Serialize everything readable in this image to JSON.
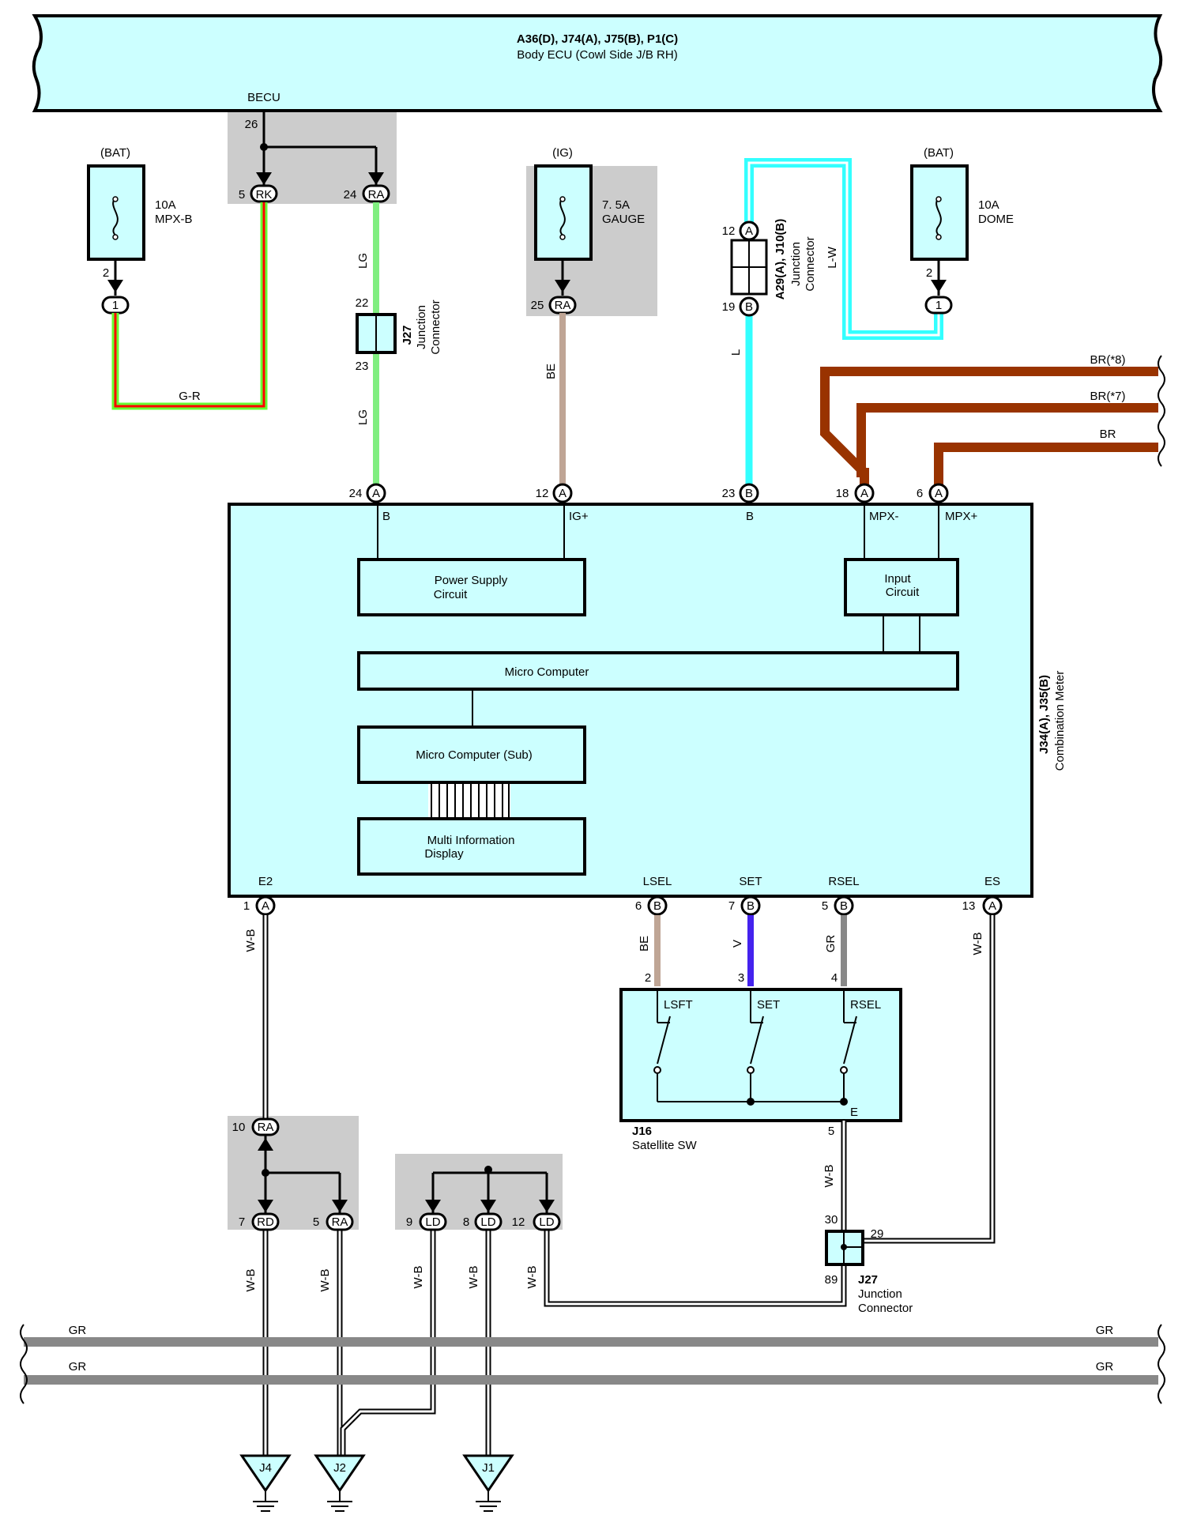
{
  "header": {
    "title": "A36(D), J74(A), J75(B), P1(C)",
    "subtitle": "Body ECU (Cowl Side J/B RH)",
    "becu": "BECU",
    "pin26": "26"
  },
  "fuses": {
    "mpxb": {
      "source": "(BAT)",
      "rating": "10A",
      "name": "MPX-B",
      "pin": "2",
      "conn": "1"
    },
    "gauge": {
      "source": "(IG)",
      "rating": "7. 5A",
      "name": "GAUGE",
      "pin": "25",
      "conn": "RA"
    },
    "dome": {
      "source": "(BAT)",
      "rating": "10A",
      "name": "DOME",
      "pin": "2",
      "conn": "1"
    }
  },
  "becu_pins": {
    "rk_pin": "5",
    "rk": "RK",
    "ra_pin": "24",
    "ra": "RA"
  },
  "wires": {
    "gr_green": "G-R",
    "lg_top": "LG",
    "lg_bottom": "LG",
    "be_top": "BE",
    "l": "L",
    "lw": "L-W",
    "br8": "BR(*8)",
    "br7": "BR(*7)",
    "br": "BR",
    "be_sw": "BE",
    "v_sw": "V",
    "gr_sw": "GR",
    "wb_e2": "W-B",
    "wb_es": "W-B",
    "wb_sw": "W-B",
    "wb_rd": "W-B",
    "wb_ra": "W-B",
    "wb_ld9": "W-B",
    "wb_ld8": "W-B",
    "wb_ld12": "W-B",
    "gr_bus1_l": "GR",
    "gr_bus1_r": "GR",
    "gr_bus2_l": "GR",
    "gr_bus2_r": "GR"
  },
  "j27_top": {
    "id": "J27",
    "line1": "Junction",
    "line2": "Connector",
    "pin_in": "22",
    "pin_out": "23"
  },
  "a29": {
    "id": "A29(A), J10(B)",
    "line1": "Junction",
    "line2": "Connector",
    "pin_a": "12",
    "conn_a": "A",
    "pin_b": "19",
    "conn_b": "B"
  },
  "meter": {
    "id": "J34(A), J35(B)",
    "name": "Combination Meter",
    "pins_top": [
      {
        "num": "24",
        "conn": "A",
        "label": "B"
      },
      {
        "num": "12",
        "conn": "A",
        "label": "IG+"
      },
      {
        "num": "23",
        "conn": "B",
        "label": "B"
      },
      {
        "num": "18",
        "conn": "A",
        "label": "MPX-"
      },
      {
        "num": "6",
        "conn": "A",
        "label": "MPX+"
      }
    ],
    "pins_bottom": [
      {
        "num": "1",
        "conn": "A",
        "label": "E2"
      },
      {
        "num": "6",
        "conn": "B",
        "label": "LSEL"
      },
      {
        "num": "7",
        "conn": "B",
        "label": "SET"
      },
      {
        "num": "5",
        "conn": "B",
        "label": "RSEL"
      },
      {
        "num": "13",
        "conn": "A",
        "label": "ES"
      }
    ],
    "blocks": {
      "power1": "Power Supply",
      "power2": "Circuit",
      "input1": "Input",
      "input2": "Circuit",
      "micro": "Micro Computer",
      "micro_sub": "Micro Computer (Sub)",
      "mid1": "Multi Information",
      "mid2": "Display"
    }
  },
  "satellite_sw": {
    "id": "J16",
    "name": "Satellite SW",
    "pins": [
      "2",
      "3",
      "4"
    ],
    "labels": [
      "LSFT",
      "SET",
      "RSEL"
    ],
    "e_label": "E",
    "pin_e": "5"
  },
  "j27_bottom": {
    "id": "J27",
    "line1": "Junction",
    "line2": "Connector",
    "pin30": "30",
    "pin29": "29",
    "pin89": "89"
  },
  "splice_ra": {
    "pin10": "10",
    "conn10": "RA",
    "pin7": "7",
    "conn7": "RD",
    "pin5": "5",
    "conn5": "RA"
  },
  "splice_ld": {
    "pin9": "9",
    "pin8": "8",
    "pin12": "12",
    "conn": "LD"
  },
  "grounds": [
    "J4",
    "J2",
    "J1"
  ],
  "colors": {
    "box": "#ccffff",
    "gray_area": "#cccccc",
    "green": "#66ff33",
    "red": "#ff0000",
    "lg": "#80ee80",
    "be": "#bfa595",
    "cyan": "#33ffff",
    "brown": "#993300",
    "violet": "#4422ee",
    "gr": "#888888"
  }
}
